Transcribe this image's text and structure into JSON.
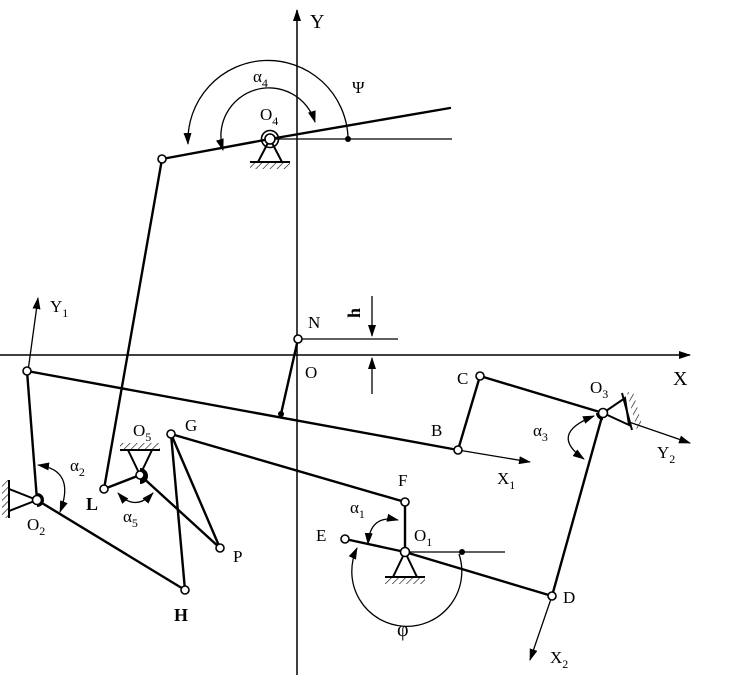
{
  "axes": {
    "x": "X",
    "y": "Y",
    "x1": "X",
    "x1_sub": "1",
    "y1": "Y",
    "y1_sub": "1",
    "x2": "X",
    "x2_sub": "2",
    "y2": "Y",
    "y2_sub": "2"
  },
  "points": {
    "o": "O",
    "n": "N",
    "b": "B",
    "c": "C",
    "d": "D",
    "e": "E",
    "f": "F",
    "g": "G",
    "h": "H",
    "l": "L",
    "p": "P"
  },
  "pivots": {
    "o1": "O",
    "o1_sub": "1",
    "o2": "O",
    "o2_sub": "2",
    "o3": "O",
    "o3_sub": "3",
    "o4": "O",
    "o4_sub": "4",
    "o5": "O",
    "o5_sub": "5"
  },
  "angles": {
    "alpha": "α",
    "a1_sub": "1",
    "a2_sub": "2",
    "a3_sub": "3",
    "a4_sub": "4",
    "a5_sub": "5",
    "phi": "φ",
    "psi": "Ψ"
  },
  "dimension": {
    "h": "h"
  }
}
